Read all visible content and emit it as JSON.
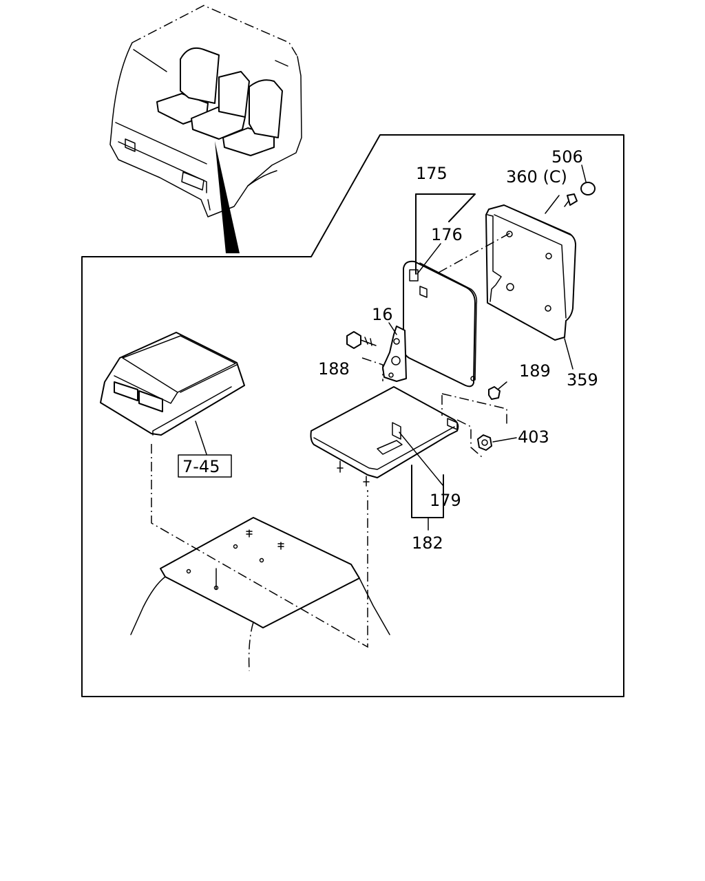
{
  "callouts": {
    "p175": "175",
    "p176": "176",
    "p16": "16",
    "p188": "188",
    "p189": "189",
    "p359": "359",
    "p360": "360 (C)",
    "p506": "506",
    "p403": "403",
    "p179": "179",
    "p182": "182",
    "ref745": "7-45"
  }
}
